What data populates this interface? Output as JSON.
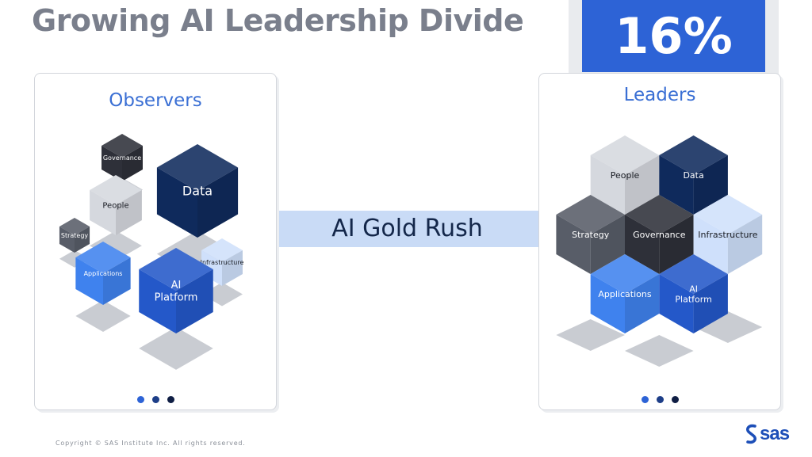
{
  "title": "Growing AI Leadership Divide",
  "stat": "16%",
  "band_label": "AI Gold Rush",
  "observers": {
    "title": "Observers",
    "cubes": [
      {
        "label": "Governance",
        "color": "#2e3039"
      },
      {
        "label": "Data",
        "color": "#0f2a5c"
      },
      {
        "label": "People",
        "color": "#d5d8de"
      },
      {
        "label": "Strategy",
        "color": "#585d68"
      },
      {
        "label": "Infrastructure",
        "color": "#cfe0fb"
      },
      {
        "label": "Applications",
        "color": "#3f82ee"
      },
      {
        "label": [
          "AI",
          "Platform"
        ],
        "color": "#2458c9"
      }
    ],
    "dots": [
      "#2d63d6",
      "#1d3e88",
      "#0f1e44"
    ]
  },
  "leaders": {
    "title": "Leaders",
    "cubes": [
      {
        "label": "People",
        "color": "#d5d8de"
      },
      {
        "label": "Data",
        "color": "#0f2a5c"
      },
      {
        "label": "Strategy",
        "color": "#585d68"
      },
      {
        "label": "Governance",
        "color": "#2e3039"
      },
      {
        "label": "Infrastructure",
        "color": "#cfe0fb"
      },
      {
        "label": "Applications",
        "color": "#3f82ee"
      },
      {
        "label": [
          "AI",
          "Platform"
        ],
        "color": "#2458c9"
      }
    ],
    "dots": [
      "#2d63d6",
      "#1d3e88",
      "#0f1e44"
    ]
  },
  "copyright": "Copyright © SAS Institute Inc. All rights reserved.",
  "logo_text": "sas",
  "colors": {
    "accent": "#2d63d6",
    "title_gray": "#7a7f8c",
    "band": "#c9dbf6"
  }
}
